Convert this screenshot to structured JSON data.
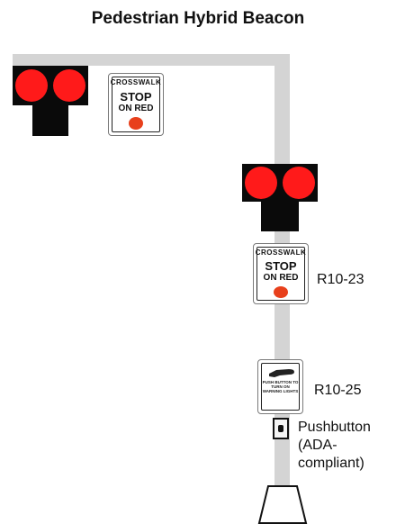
{
  "title": "Pedestrian Hybrid Beacon",
  "colors": {
    "pole": "#d4d4d4",
    "signal_housing": "#0a0a0a",
    "signal_lens_red": "#ff1a1a",
    "sign_dot_red": "#e8401c"
  },
  "signs": {
    "mast_sign": {
      "header": "CROSSWALK",
      "line1": "STOP",
      "line2": "ON RED"
    },
    "pole_sign": {
      "header": "CROSSWALK",
      "line1": "STOP",
      "line2": "ON RED",
      "code": "R10-23"
    },
    "pushbutton_sign": {
      "text": "PUSH BUTTON TO TURN ON WARNING LIGHTS",
      "code": "R10-25"
    }
  },
  "pushbutton": {
    "label_lines": [
      "Pushbutton",
      "(ADA-",
      "compliant)"
    ]
  }
}
